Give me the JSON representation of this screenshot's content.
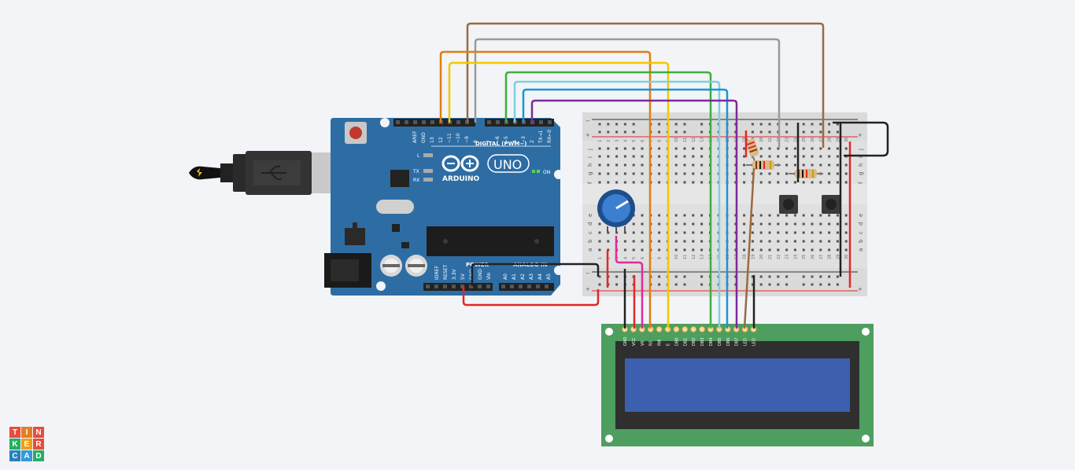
{
  "arduino": {
    "brand": "ARDUINO",
    "model": "UNO",
    "digital_header": "DIGITAL (PWM~)",
    "power_header": "POWER",
    "analog_header": "ANALOG IN",
    "on_label": "ON",
    "led_labels": [
      "L",
      "TX",
      "RX"
    ],
    "top_pins": [
      "AREF",
      "GND",
      "13",
      "12",
      "~11",
      "~10",
      "~9",
      "8",
      "7",
      "~6",
      "~5",
      "4",
      "~3",
      "2",
      "TX→1",
      "RX←0"
    ],
    "power_pins": [
      "IOREF",
      "RESET",
      "3.3V",
      "5V",
      "GND",
      "GND",
      "Vin"
    ],
    "analog_pins": [
      "A0",
      "A1",
      "A2",
      "A3",
      "A4",
      "A5"
    ]
  },
  "breadboard": {
    "row_letters_top": [
      "j",
      "i",
      "h",
      "g",
      "f"
    ],
    "row_letters_bottom": [
      "e",
      "d",
      "c",
      "b",
      "a"
    ],
    "columns": [
      "1",
      "2",
      "3",
      "4",
      "5",
      "6",
      "7",
      "8",
      "9",
      "10",
      "11",
      "12",
      "13",
      "14",
      "15",
      "16",
      "17",
      "18",
      "19",
      "20",
      "21",
      "22",
      "23",
      "24",
      "25",
      "26",
      "27",
      "28",
      "29",
      "30"
    ],
    "rail_minus": "−",
    "rail_plus": "+"
  },
  "lcd": {
    "pins": [
      "GND",
      "VCC",
      "V0",
      "RS",
      "RW",
      "E",
      "DB0",
      "DB1",
      "DB2",
      "DB3",
      "DB4",
      "DB5",
      "DB6",
      "DB7",
      "LED",
      "LED"
    ]
  },
  "logo": {
    "letters": [
      "T",
      "I",
      "N",
      "K",
      "E",
      "R",
      "C",
      "A",
      "D"
    ]
  },
  "colors": {
    "background": "#f2f4f7",
    "arduino_board": "#2e6da4",
    "lcd_board": "#4d9e5f",
    "lcd_screen": "#3d5fb0",
    "wire_brown": "#9b6a40",
    "wire_gray": "#9a9a9a",
    "wire_orange": "#e07d10",
    "wire_yellow": "#f2c800",
    "wire_green": "#3fae3f",
    "wire_lightblue": "#7fd0e0",
    "wire_blue": "#1a96d4",
    "wire_purple": "#7a2a9a",
    "wire_red": "#e02828",
    "wire_black": "#222222",
    "wire_pink": "#e02b9a"
  }
}
